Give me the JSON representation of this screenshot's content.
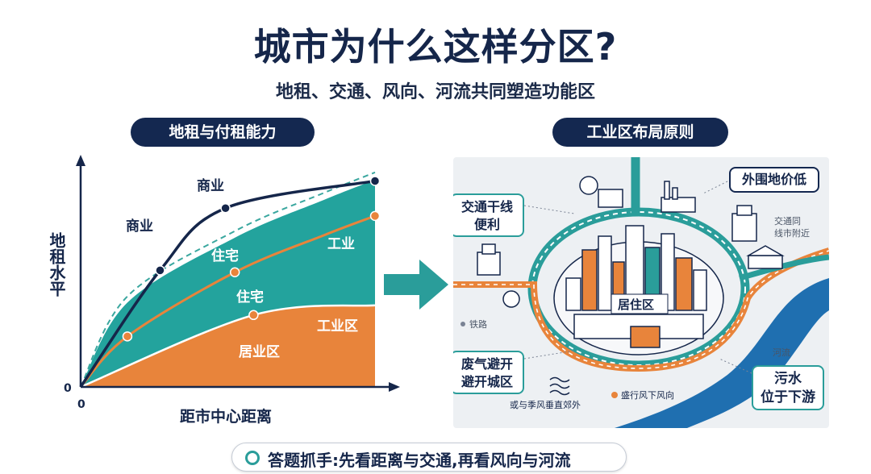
{
  "header": {
    "title": "城市为什么这样分区?",
    "subtitle": "地租、交通、风向、河流共同塑造功能区"
  },
  "left_panel": {
    "pill": "地租与付租能力"
  },
  "chart_data": {
    "type": "area",
    "xlabel": "距市中心距离",
    "ylabel": "地租水平",
    "x_origin_label": "0",
    "y_origin_label": "0",
    "curve_labels": {
      "commercial_1": "商业",
      "commercial_2": "商业",
      "residential_1": "住宅",
      "residential_2": "住宅",
      "industrial_1": "工业",
      "industrial_2": "工业区"
    },
    "area_label": "居业区",
    "series": [
      {
        "key": "commercial",
        "x": [
          0,
          1.7,
          3.1,
          6.3
        ],
        "y": [
          0,
          3.0,
          4.6,
          5.3
        ]
      },
      {
        "key": "residential",
        "x": [
          0,
          1.0,
          3.3,
          5.2,
          6.3
        ],
        "y": [
          0,
          1.3,
          2.95,
          3.9,
          4.4
        ]
      },
      {
        "key": "industrial",
        "x": [
          0,
          3.7,
          6.3
        ],
        "y": [
          0,
          1.85,
          2.1
        ]
      }
    ],
    "xlim": [
      0,
      6.8
    ],
    "ylim": [
      0,
      6.2
    ],
    "colors": {
      "commercial": "#15264a",
      "residential_fill": "#23a39d",
      "residential_line": "#e8843b",
      "industrial_fill": "#e8843b",
      "dashed": "#3aa79f"
    }
  },
  "right_panel": {
    "pill": "工业区布局原则",
    "labels": {
      "transport": "交通干线\n便利",
      "outer_cheap": "外围地价低",
      "near_transport": "交通同\n线市附近",
      "railway": "铁路",
      "residential": "居住区",
      "river": "河流",
      "gas": "废气避开\n避开城区",
      "sewage": "污水\n位于下游",
      "wind_vertical": "或与季风垂直郊外",
      "wind_downwind": "盛行风下风向"
    },
    "colors": {
      "road": "#2a9d9a",
      "orange_route": "#e8843b",
      "river": "#1f6fb0"
    }
  },
  "footer": {
    "tip": "答题抓手:先看距离与交通,再看风向与河流"
  }
}
